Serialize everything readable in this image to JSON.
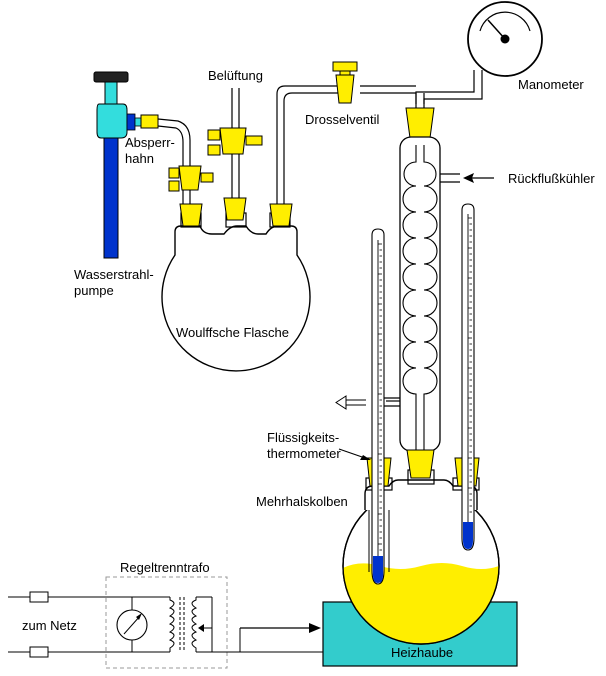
{
  "labels": {
    "belueftung": "Belüftung",
    "absperrhahn_1": "Absperr-",
    "absperrhahn_2": "hahn",
    "wasserstrahlpumpe_1": "Wasserstrahl-",
    "wasserstrahlpumpe_2": "pumpe",
    "wouff": "Woulffsche Flasche",
    "drosselventil": "Drosselventil",
    "manometer": "Manometer",
    "rueckflusskuehler": "Rückflußkühler",
    "thermometer_1": "Flüssigkeits-",
    "thermometer_2": "thermometer",
    "mehrhalskolben": "Mehrhalskolben",
    "regeltrenntrafo": "Regeltrenntrafo",
    "zum_netz": "zum Netz",
    "heizhaube": "Heizhaube"
  },
  "colors": {
    "stopper": "#ffee00",
    "liquid": "#ffee00",
    "heizhaube": "#33cccc",
    "pump_body": "#33dddd",
    "pump_tube": "#0033cc",
    "mercury": "#0033cc",
    "outline": "#000000"
  }
}
